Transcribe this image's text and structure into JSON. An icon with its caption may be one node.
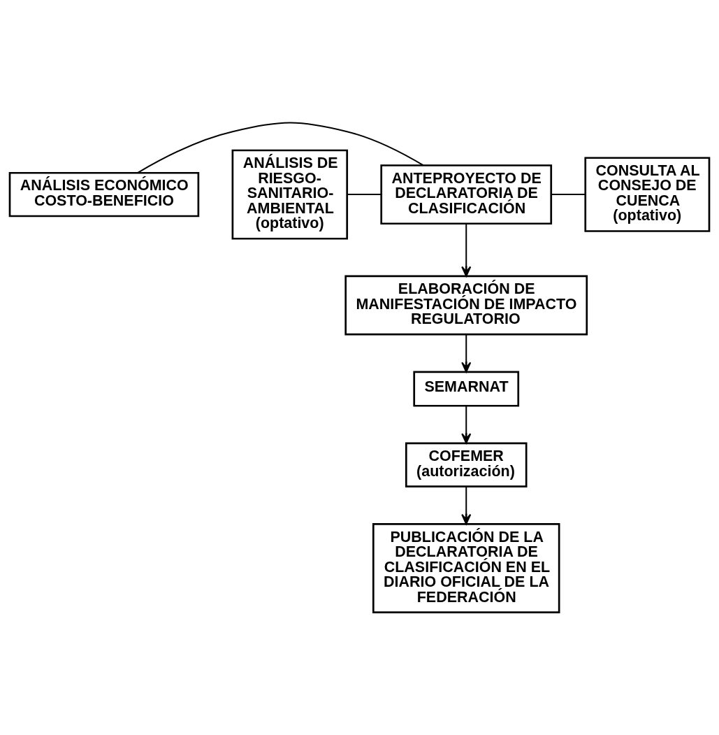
{
  "diagram": {
    "nodes": [
      {
        "text": [
          "ANÁLISIS ECONÓMICO COSTO-BENEFICIO"
        ]
      },
      {
        "text": [
          "ANTEPROYECTO DE DECLARATORIA DE CLASIFICACIÓN"
        ]
      },
      {
        "text": [
          "CONSULTA AL CONSEJO DE CUENCA (optativo)"
        ]
      },
      {
        "text": [
          "ANÁLISIS DE RIESGO- SANITARIO- AMBIENTAL (optativo)"
        ]
      },
      {
        "text": [
          "ELABORACIÓN DE MANIFESTACIÓN DE IMPACTO REGULATORIO"
        ]
      },
      {
        "text": [
          "SEMARNAT"
        ]
      },
      {
        "text": [
          "COFEMER (autorización)"
        ]
      },
      {
        "text": [
          "PUBLICACIÓN DE LA DECLARATORIA DE CLASIFICACIÓN EN EL DIARIO OFICIAL DE LA FEDERACIÓN"
        ]
      }
    ],
    "edges": [
      {
        "from": 0,
        "to": 1,
        "arrow": "none"
      },
      {
        "from": 1,
        "to": 2,
        "arrow": "none"
      },
      {
        "from": 3,
        "to": 1,
        "arrow": "none"
      },
      {
        "from": 1,
        "to": 4,
        "arrow": "to"
      },
      {
        "from": 4,
        "to": 5,
        "arrow": "to"
      },
      {
        "from": 5,
        "to": 6,
        "arrow": "to"
      },
      {
        "from": 6,
        "to": 7,
        "arrow": "to"
      }
    ]
  }
}
